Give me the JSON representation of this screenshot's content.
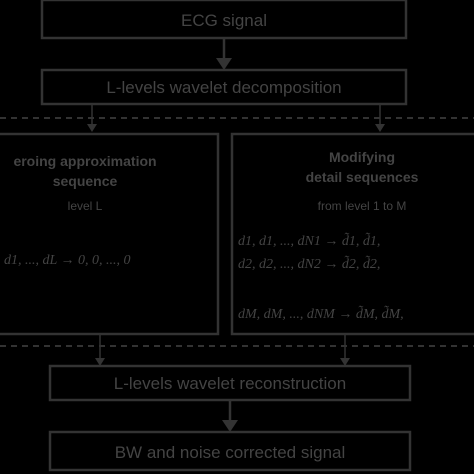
{
  "nodes": {
    "ecg_signal": "ECG signal",
    "decomposition": "L-levels wavelet decomposition",
    "reconstruction": "L-levels wavelet reconstruction",
    "output": "BW and noise corrected signal"
  },
  "approximation_panel": {
    "title_line1": "eroing approximation",
    "title_line2": "sequence",
    "level": "level L",
    "formula": "d1, ..., dL → 0, 0, ..., 0"
  },
  "detail_panel": {
    "title_line1": "Modifying",
    "title_line2": "detail sequences",
    "range": "from level 1 to M",
    "rows": [
      "d1, d1, ..., dN1 → d̃1, d̃1,",
      "d2, d2, ..., dN2 → d̃2, d̃2,",
      "dM, dM, ..., dNM → d̃M, d̃M,"
    ]
  },
  "colors": {
    "background": "#000000",
    "line": "#333333",
    "text": "#444444"
  }
}
